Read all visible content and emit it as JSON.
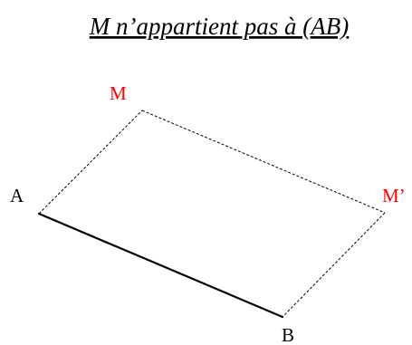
{
  "title": "M n’appartient pas à (AB)",
  "points": {
    "A": {
      "label": "A",
      "color": "#000000"
    },
    "B": {
      "label": "B",
      "color": "#000000"
    },
    "M": {
      "label": "M",
      "color": "#ff0000"
    },
    "M_prime": {
      "label": "M’",
      "color": "#ff0000"
    }
  },
  "segments": [
    {
      "from": "A",
      "to": "B",
      "style": "solid"
    },
    {
      "from": "A",
      "to": "M",
      "style": "dashed"
    },
    {
      "from": "M",
      "to": "M_prime",
      "style": "dashed"
    },
    {
      "from": "M_prime",
      "to": "B",
      "style": "dashed"
    }
  ]
}
